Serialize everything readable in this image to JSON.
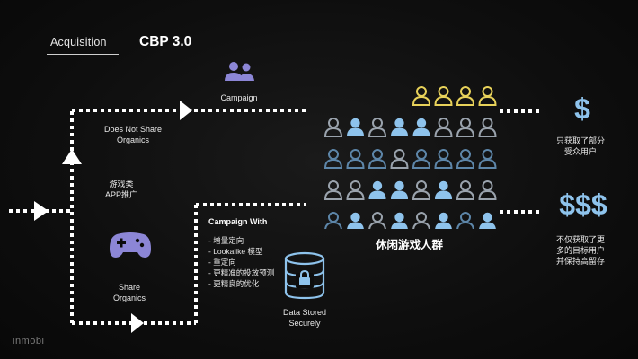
{
  "header": {
    "section": "Acquisition",
    "title": "CBP 3.0"
  },
  "flow": {
    "campaign_label": "Campaign",
    "no_share_label_1": "Does Not Share",
    "no_share_label_2": "Organics",
    "game_app_1": "游戏类",
    "game_app_2": "APP推广",
    "share_label_1": "Share",
    "share_label_2": "Organics",
    "campaign_with_title": "Campaign With",
    "campaign_with_items": [
      "- 增量定向",
      "- Lookalike 模型",
      "- 重定向",
      "- 更精准的投放预测",
      "- 更精良的优化"
    ],
    "data_stored_1": "Data Stored",
    "data_stored_2": "Securely",
    "audience_label": "休闲游戏人群"
  },
  "outcomes": {
    "partial_symbol": "$",
    "partial_1": "只获取了部分",
    "partial_2": "受众用户",
    "full_symbol": "$$$",
    "full_1": "不仅获取了更",
    "full_2": "多的目标用户",
    "full_3": "并保持高留存"
  },
  "footer": {
    "logo": "inmobi"
  },
  "colors": {
    "accent_blue": "#8ec3ec",
    "accent_yellow": "#e8d25a",
    "grid_gray": "#9aa3ad",
    "dark_blue": "#5d86a9",
    "people_purple": "#8c86d6"
  }
}
